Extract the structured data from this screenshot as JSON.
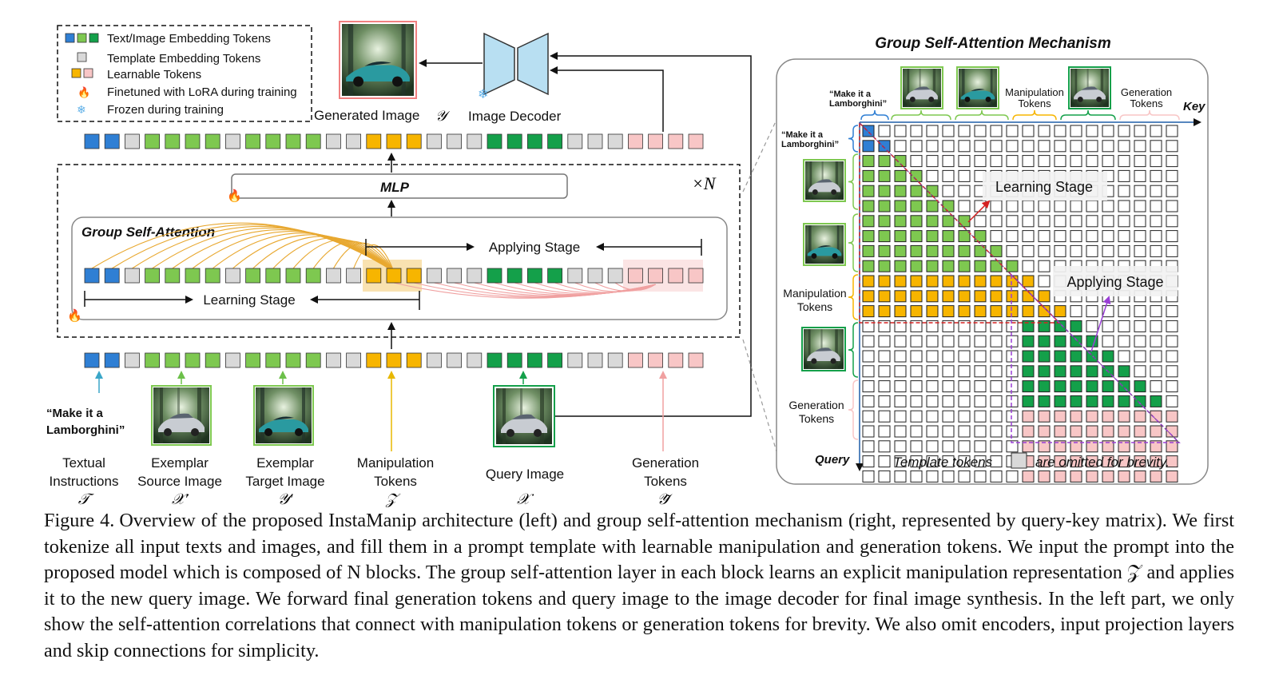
{
  "legend": {
    "text_image_tokens": "Text/Image Embedding Tokens",
    "template_tokens": "Template Embedding Tokens",
    "learnable_tokens": "Learnable Tokens",
    "finetuned": "Finetuned with LoRA during training",
    "frozen": "Frozen during training"
  },
  "left": {
    "generated_image": "Generated Image",
    "generated_image_sym": "𝒴",
    "image_decoder": "Image Decoder",
    "mlp": "MLP",
    "times_n": "×N",
    "group_self_attention": "Group Self-Attention",
    "applying_stage": "Applying Stage",
    "learning_stage": "Learning Stage",
    "instruction_quote_1": "“Make it a",
    "instruction_quote_2": "Lamborghini”",
    "inputs": [
      {
        "line1": "Textual",
        "line2": "Instructions",
        "sym": "𝒯"
      },
      {
        "line1": "Exemplar",
        "line2": "Source Image",
        "sym": "𝒳′"
      },
      {
        "line1": "Exemplar",
        "line2": "Target Image",
        "sym": "𝒴′"
      },
      {
        "line1": "Manipulation",
        "line2": "Tokens",
        "sym": "𝒵"
      },
      {
        "line1": "Query Image",
        "line2": "",
        "sym": "𝒳"
      },
      {
        "line1": "Generation",
        "line2": "Tokens",
        "sym": "𝒴̃"
      }
    ]
  },
  "right": {
    "title": "Group Self-Attention Mechanism",
    "key": "Key",
    "query": "Query",
    "quote_1": "“Make it a",
    "quote_2": "Lamborghini”",
    "manipulation_1": "Manipulation",
    "manipulation_2": "Tokens",
    "generation_1": "Generation",
    "generation_2": "Tokens",
    "learning_stage": "Learning Stage",
    "applying_stage": "Applying Stage",
    "footnote_pre": "Template tokens",
    "footnote_post": "are omitted for brevity."
  },
  "colors": {
    "blue": "#2f7fd4",
    "green_light": "#7ec850",
    "green_dark": "#14a04a",
    "gray": "#d9d9d9",
    "orange": "#f7b500",
    "pink": "#f8c6c6",
    "learning_red": "#d42020",
    "applying_purple": "#9a3fd6"
  },
  "token_sequence": "BBGLLLLGLLLLGGOOOGGGDDDDGGGPPPP",
  "caption": {
    "label": "Figure 4.",
    "text": "Overview of the proposed InstaManip architecture (left) and group self-attention mechanism (right, represented by query-key matrix). We first tokenize all input texts and images, and fill them in a prompt template with learnable manipulation and generation tokens. We input the prompt into the proposed model which is composed of N blocks. The group self-attention layer in each block learns an explicit manipulation representation 𝒵 and applies it to the new query image. We forward final generation tokens and query image to the image decoder for final image synthesis. In the left part, we only show the self-attention correlations that connect with manipulation tokens or generation tokens for brevity. We also omit encoders, input projection layers and skip connections for simplicity."
  }
}
